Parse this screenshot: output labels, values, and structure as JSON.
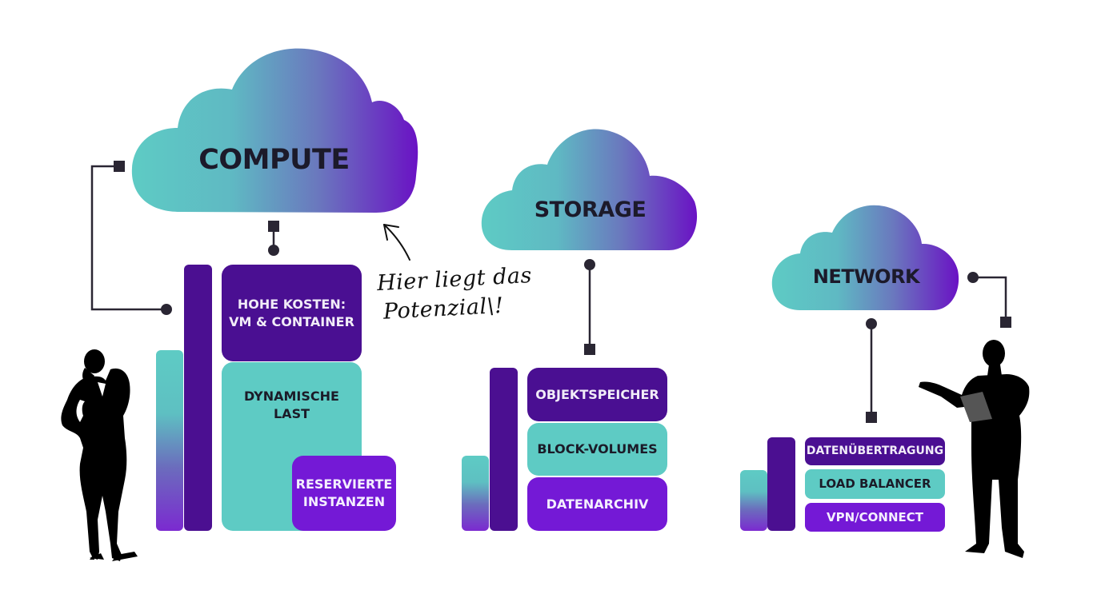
{
  "colors": {
    "cloud_gradient_start": "#5ecbc4",
    "cloud_gradient_end": "#6a12c4",
    "box_dark": "#4a0f92",
    "box_teal": "#5ecbc4",
    "box_violet": "#7419d6",
    "connector": "#2a2633"
  },
  "sections": [
    {
      "cloud_label": "COMPUTE",
      "boxes": [
        {
          "text": "HOHE KOSTEN: VM & CONTAINER",
          "lines": [
            "HOHE KOSTEN:",
            "VM & CONTAINER"
          ],
          "style": "dark"
        },
        {
          "text": "DYNAMISCHE LAST",
          "lines": [
            "DYNAMISCHE",
            "LAST"
          ],
          "style": "teal"
        },
        {
          "text": "RESERVIERTE INSTANZEN",
          "lines": [
            "RESERVIERTE",
            "INSTANZEN"
          ],
          "style": "violet"
        }
      ]
    },
    {
      "cloud_label": "STORAGE",
      "boxes": [
        {
          "text": "OBJEKTSPEICHER",
          "style": "dark"
        },
        {
          "text": "BLOCK-VOLUMES",
          "style": "teal"
        },
        {
          "text": "DATENARCHIV",
          "style": "violet"
        }
      ]
    },
    {
      "cloud_label": "NETWORK",
      "boxes": [
        {
          "text": "DATENÜBERTRAGUNG",
          "style": "dark"
        },
        {
          "text": "LOAD BALANCER",
          "style": "teal"
        },
        {
          "text": "VPN/CONNECT",
          "style": "violet"
        }
      ]
    }
  ],
  "annotation": {
    "line1": "Hier liegt das",
    "line2": "Potenzial\\!",
    "arrow_target": "compute-cloud"
  },
  "figures": [
    {
      "name": "businesswoman-on-phone",
      "position": "left"
    },
    {
      "name": "businessman-with-tablet",
      "position": "right"
    }
  ]
}
